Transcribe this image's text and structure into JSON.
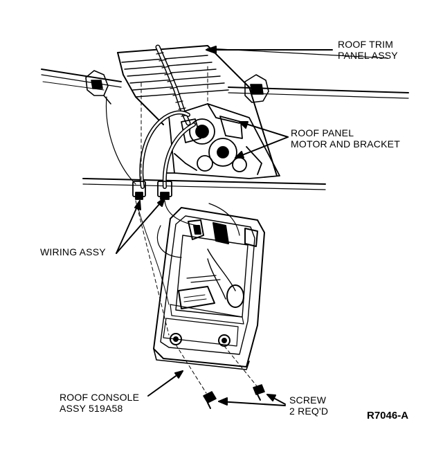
{
  "labels": {
    "roof_trim": {
      "line1": "ROOF TRIM",
      "line2": "PANEL ASSY"
    },
    "roof_panel_motor": {
      "line1": "ROOF PANEL",
      "line2": "MOTOR AND BRACKET"
    },
    "wiring_assy": {
      "line1": "WIRING ASSY"
    },
    "roof_console": {
      "line1": "ROOF CONSOLE",
      "line2": "ASSY 519A58"
    },
    "screw": {
      "line1": "SCREW",
      "line2": "2 REQ'D"
    }
  },
  "figure_ref": "R7046-A",
  "colors": {
    "ink": "#000000",
    "paper": "#ffffff"
  }
}
